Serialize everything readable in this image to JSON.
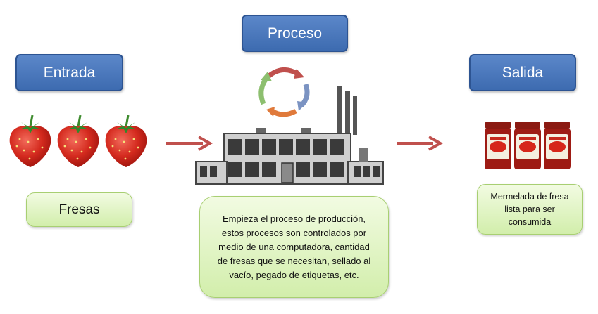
{
  "headers": {
    "input": "Entrada",
    "process": "Proceso",
    "output": "Salida"
  },
  "notes": {
    "input": "Fresas",
    "process": [
      "Empieza el proceso de producción,",
      "estos procesos son controlados por",
      "medio de una computadora, cantidad",
      "de fresas que se necesitan, sellado al",
      "vacío, pegado de etiquetas, etc."
    ],
    "output": [
      "Mermelada de fresa",
      "lista para ser",
      "consumida"
    ]
  },
  "icons": {
    "input": "strawberry-icon",
    "cycle": "cycle-arrows-icon",
    "process": "factory-icon",
    "output": "jam-jar-icon",
    "flow": "arrow-right-icon"
  },
  "colors": {
    "header_fill": "#4a78bd",
    "note_fill": "#e2f4c6",
    "arrow": "#c0504d",
    "cycle": [
      "#c0504d",
      "#7b93c2",
      "#e07a3b",
      "#8dbf6f"
    ]
  }
}
